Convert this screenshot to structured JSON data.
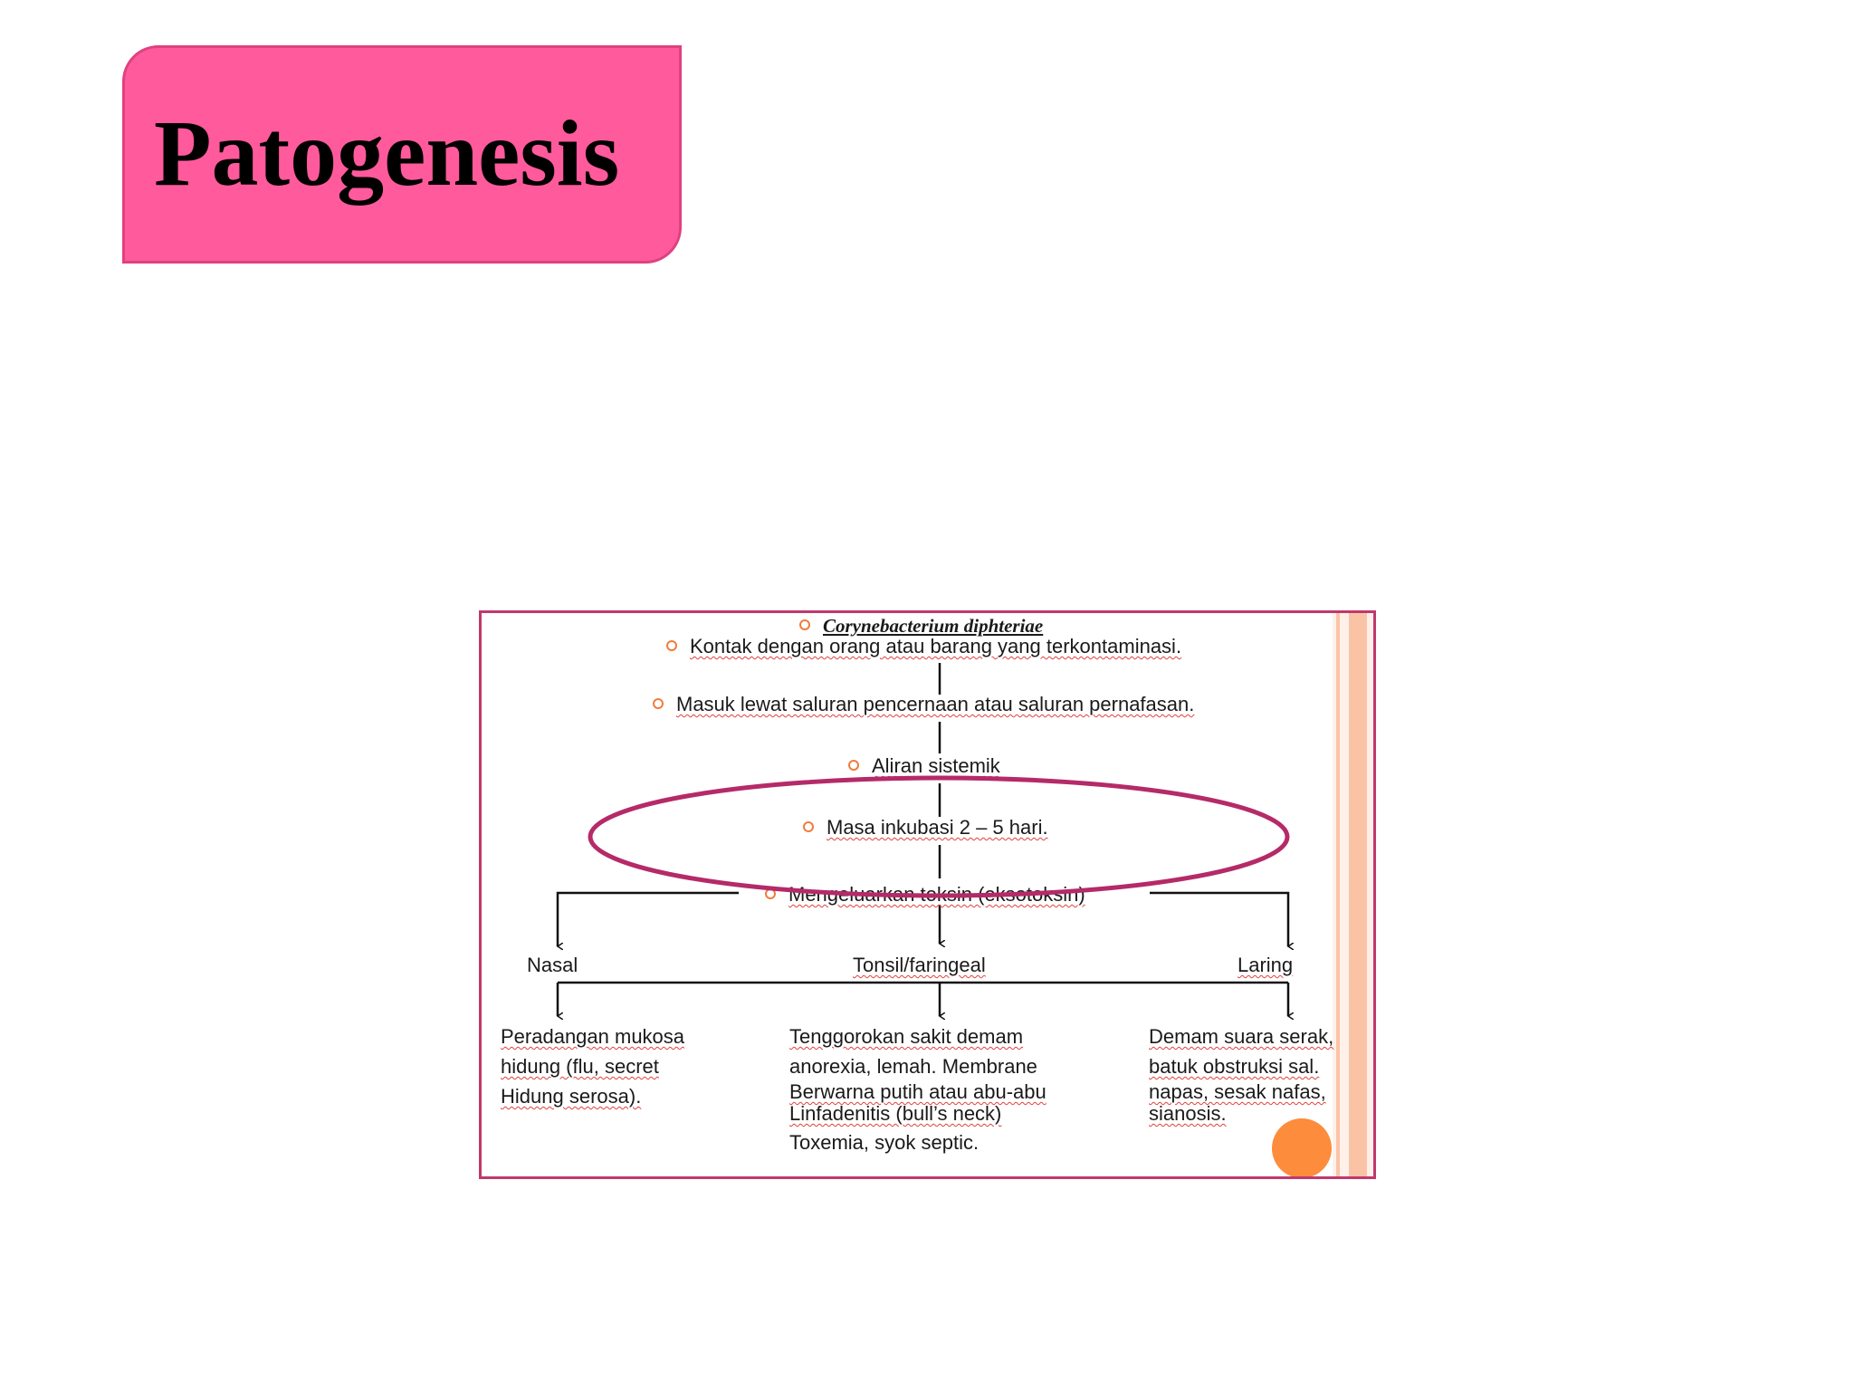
{
  "slide": {
    "title": "Patogenesis"
  },
  "diagram": {
    "organism": "Corynebacterium diphteriae",
    "step_contact": "Kontak dengan orang atau barang yang terkontaminasi.",
    "step_entry": "Masuk lewat saluran pencernaan atau saluran pernafasan.",
    "step_systemic": "Aliran sistemik",
    "step_incubation": "Masa inkubasi 2 – 5 hari.",
    "step_toxin": "Mengeluarkan toksin (eksotoksin)",
    "branches": {
      "nasal": {
        "label": "Nasal",
        "lines": [
          "Peradangan mukosa",
          "hidung (flu, secret",
          "Hidung serosa)."
        ]
      },
      "tonsil": {
        "label": "Tonsil/faringeal",
        "lines": [
          "Tenggorokan sakit demam",
          "anorexia, lemah. Membrane",
          "Berwarna putih atau abu-abu",
          "Linfadenitis (bull’s neck)",
          "Toxemia, syok septic."
        ]
      },
      "laring": {
        "label": "Laring",
        "lines": [
          "Demam suara serak,",
          "batuk obstruksi sal.",
          "napas, sesak nafas,",
          "sianosis."
        ]
      }
    }
  },
  "colors": {
    "title_fill": "#fe5a9c",
    "frame_border": "#c0386c",
    "ellipse": "#b52a68",
    "bullet": "#f07c3c",
    "corner_dot": "#fd8c3c",
    "side_stripe": "#fbc3a6"
  }
}
